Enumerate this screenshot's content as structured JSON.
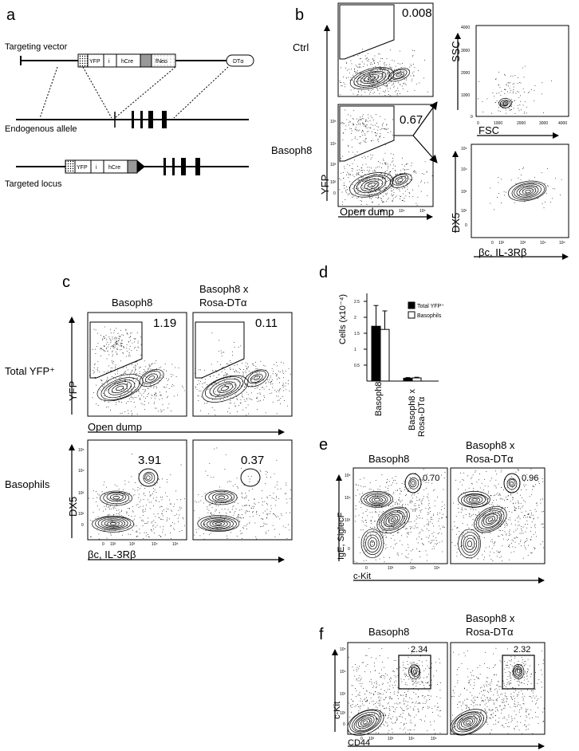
{
  "panel_a": {
    "label": "a",
    "vector_label": "Targeting vector",
    "allele_label": "Endogenous allele",
    "locus_label": "Targeted locus",
    "boxes": {
      "yfp": "YFP",
      "ires": "i",
      "hcre": "hCre",
      "fneo": "fNeo",
      "dta": "DTα"
    }
  },
  "panel_b": {
    "label": "b",
    "ctrl_label": "Ctrl",
    "basoph_label": "Basoph8",
    "ctrl_pct": "0.008",
    "basoph_pct": "0.67",
    "yfp_axis": "YFP",
    "dump_axis": "Open dump",
    "ssc_axis": "SSC",
    "fsc_axis": "FSC",
    "dx5_axis": "DX5",
    "bc_axis": "βc, IL-3Rβ",
    "lin_ticks_y": [
      "0",
      "1000",
      "2000",
      "3000",
      "4000"
    ],
    "lin_ticks_x": [
      "0",
      "1000",
      "2000",
      "3000",
      "4000"
    ],
    "log_ticks": [
      "0",
      "10²",
      "10³",
      "10⁴",
      "10⁵"
    ]
  },
  "panel_c": {
    "label": "c",
    "col1": "Basoph8",
    "col2_line1": "Basoph8 x",
    "col2_line2": "Rosa-DTα",
    "row1": "Total YFP⁺",
    "row2": "Basophils",
    "pct_r1c1": "1.19",
    "pct_r1c2": "0.11",
    "pct_r2c1": "3.91",
    "pct_r2c2": "0.37",
    "yfp_axis": "YFP",
    "dump_axis": "Open dump",
    "dx5_axis": "DX5",
    "bc_axis": "βc, IL-3Rβ"
  },
  "panel_d": {
    "label": "d",
    "ylabel": "Cells (x10⁻⁴)",
    "legend_total": "Total YFP⁺",
    "legend_baso": "Basophils",
    "xcat1": "Basoph8",
    "xcat2_line1": "Basoph8 x",
    "xcat2_line2": "Rosa-DTα",
    "yticks": [
      "0.5",
      "1",
      "1.5",
      "2",
      "2.5"
    ]
  },
  "chart_data": {
    "type": "bar",
    "categories": [
      "Basoph8",
      "Basoph8 x Rosa-DTα"
    ],
    "series": [
      {
        "name": "Total YFP⁺",
        "values": [
          1.72,
          0.09
        ],
        "errors": [
          0.65,
          0.02
        ],
        "color": "#000000"
      },
      {
        "name": "Basophils",
        "values": [
          1.62,
          0.1
        ],
        "errors": [
          0.58,
          0.02
        ],
        "color": "#ffffff"
      }
    ],
    "ylabel": "Cells (x10⁻⁴)",
    "ylim": [
      0,
      2.5
    ],
    "legend": "top-right"
  },
  "panel_e": {
    "label": "e",
    "col1": "Basoph8",
    "col2_line1": "Basoph8 x",
    "col2_line2": "Rosa-DTα",
    "pct1": "0.70",
    "pct2": "0.96",
    "yaxis": "IgE, SiglecF",
    "xaxis": "c-Kit"
  },
  "panel_f": {
    "label": "f",
    "col1": "Basoph8",
    "col2_line1": "Basoph8 x",
    "col2_line2": "Rosa-DTα",
    "pct1": "2.34",
    "pct2": "2.32",
    "yaxis": "c-Kit",
    "xaxis": "CD44"
  }
}
